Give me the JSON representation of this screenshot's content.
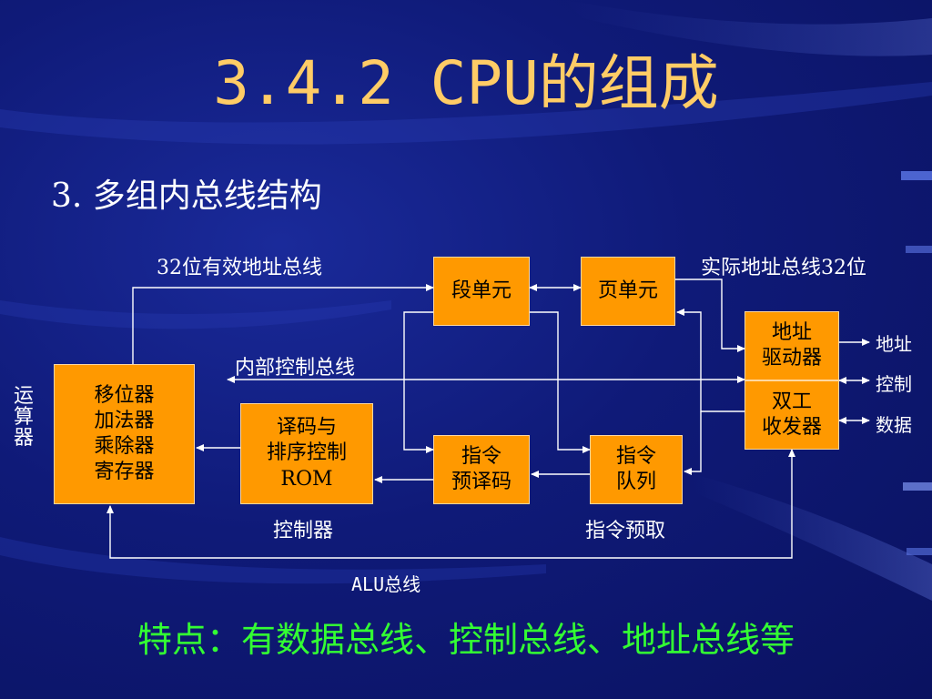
{
  "slide": {
    "title": "3.4.2 CPU的组成",
    "subtitle": "3. 多组内总线结构",
    "footer": "特点：有数据总线、控制总线、地址总线等"
  },
  "diagram": {
    "boxes": {
      "alu": "移位器\n加法器\n乘除器\n寄存器",
      "decode_rom": "译码与\n排序控制\nROM",
      "segment_unit": "段单元",
      "page_unit": "页单元",
      "instr_predecode": "指令\n预译码",
      "instr_queue": "指令\n队列",
      "addr_driver": "地址\n驱动器",
      "transceiver": "双工\n收发器"
    },
    "labels": {
      "addr32_bus": "32位有效地址总线",
      "real_addr_bus": "实际地址总线32位",
      "internal_ctrl_bus": "内部控制总线",
      "alu_side": "运算器",
      "controller": "控制器",
      "prefetch": "指令预取",
      "alu_bus": "ALU总线",
      "out_addr": "地址",
      "out_ctrl": "控制",
      "out_data": "数据"
    }
  },
  "colors": {
    "title": "#ffcc66",
    "box_fill": "#ff9900",
    "footer": "#33ff33",
    "line": "#ffffff"
  }
}
